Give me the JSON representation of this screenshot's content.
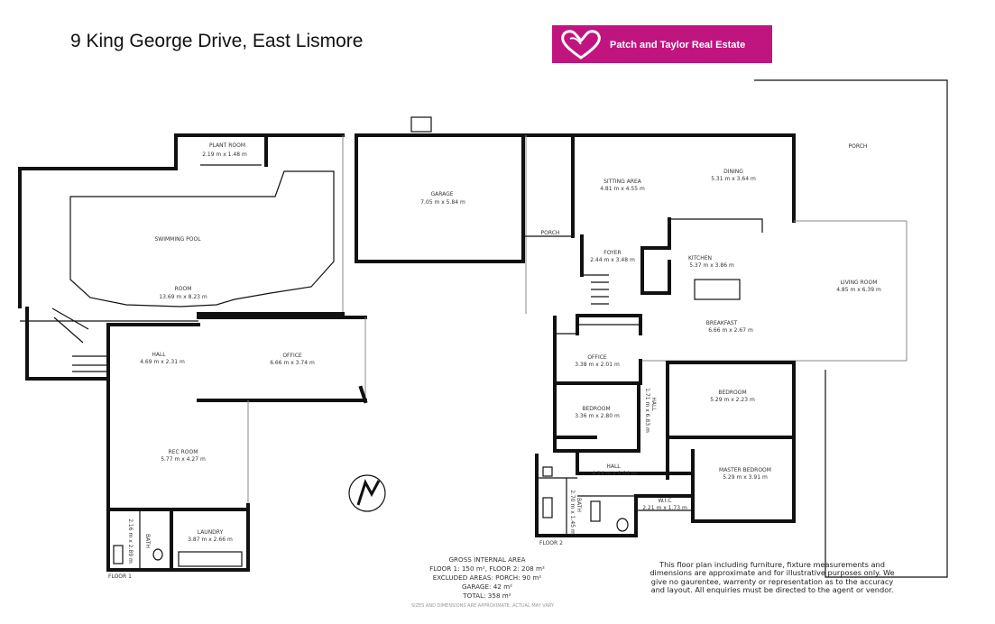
{
  "header": {
    "address": "9 King George Drive, East Lismore",
    "agency": "Patch and Taylor Real Estate"
  },
  "colors": {
    "brand": "#c0157f",
    "walls": "#111111"
  },
  "rooms": {
    "plant_room": {
      "name": "PLANT ROOM",
      "size": "2.19 m x 1.48 m"
    },
    "swimming_pool": {
      "name": "SWIMMING POOL",
      "size": ""
    },
    "room": {
      "name": "ROOM",
      "size": "13.69 m x 8.23 m"
    },
    "garage": {
      "name": "GARAGE",
      "size": "7.05 m x 5.84 m"
    },
    "porch_small": {
      "name": "PORCH",
      "size": ""
    },
    "sitting_area": {
      "name": "SITTING AREA",
      "size": "4.81 m x 4.55 m"
    },
    "dining": {
      "name": "DINING",
      "size": "5.31 m x 3.64 m"
    },
    "porch_large": {
      "name": "PORCH",
      "size": ""
    },
    "foyer": {
      "name": "FOYER",
      "size": "2.44 m x 3.48 m"
    },
    "kitchen": {
      "name": "KITCHEN",
      "size": "5.37 m x 3.86 m"
    },
    "living_room": {
      "name": "LIVING ROOM",
      "size": "4.85 m x 6.39 m"
    },
    "breakfast": {
      "name": "BREAKFAST",
      "size": "6.66 m x 2.67 m"
    },
    "hall_floor1": {
      "name": "HALL",
      "size": "4.69 m x 2.31 m"
    },
    "office_floor1": {
      "name": "OFFICE",
      "size": "6.66 m x 3.74 m"
    },
    "office_floor2": {
      "name": "OFFICE",
      "size": "3.38 m x 2.01 m"
    },
    "hall_floor2": {
      "name": "HALL",
      "size": "1.71 m x 6.83 m"
    },
    "bedroom_1": {
      "name": "BEDROOM",
      "size": "3.36 m x 2.80 m"
    },
    "bedroom_2": {
      "name": "BEDROOM",
      "size": "5.29 m x 2.23 m"
    },
    "hall_lower": {
      "name": "HALL",
      "size": "4.24 m x 0.94 m"
    },
    "master_bedroom": {
      "name": "MASTER BEDROOM",
      "size": "5.29 m x 3.91 m"
    },
    "rec_room": {
      "name": "REC ROOM",
      "size": "5.77 m x 4.27 m"
    },
    "laundry": {
      "name": "LAUNDRY",
      "size": "3.87 m x 2.66 m"
    },
    "wic": {
      "name": "W.I.C",
      "size": "2.21 m x 1.73 m"
    },
    "bath_floor1": {
      "name": "BATH",
      "size": "2.16 m x 2.89 m"
    },
    "bath_floor2": {
      "name": "BATH",
      "size": "2.70 m x 1.45 m"
    }
  },
  "floors": {
    "floor1": "FLOOR 1",
    "floor2": "FLOOR 2"
  },
  "stats": {
    "title": "GROSS INTERNAL AREA",
    "floors_line": "FLOOR 1: 150 m², FLOOR 2: 208 m²",
    "excluded": "EXCLUDED AREAS: PORCH: 90 m²",
    "garage": "GARAGE: 42 m²",
    "total": "TOTAL: 358 m²"
  },
  "disclaimer": "This floor plan including furniture, fixture measurements and dimensions are approximate and for illustrative purposes only. We give no gaurentee, warrenty or representation as to the accuracy and layout. All enquiries must be directed to the agent or vendor.",
  "footnote": "SIZES AND DIMENSIONS ARE APPROXIMATE, ACTUAL MAY VARY",
  "compass": {
    "icon": "north-arrow-icon"
  },
  "logo": {
    "icon": "heart-logo-icon"
  }
}
